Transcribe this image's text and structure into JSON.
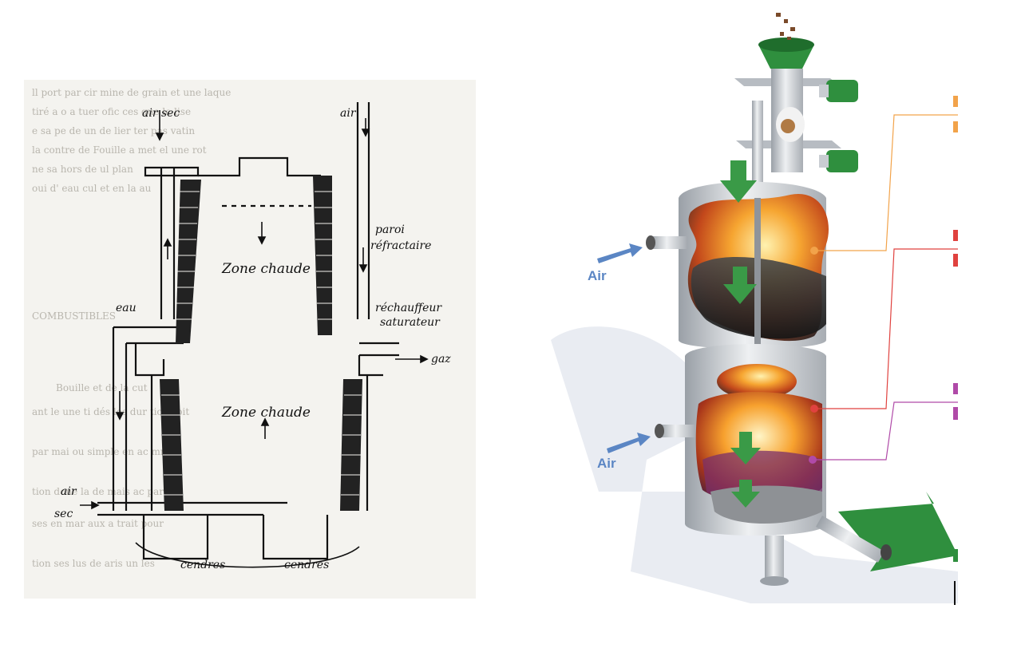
{
  "left_diagram": {
    "labels": {
      "air_sec_top": "air sec",
      "air_top_right": "air",
      "paroi_1": "paroi",
      "paroi_2": "réfractaire",
      "zone_chaude_top": "Zone chaude",
      "eau": "eau",
      "rechauffeur_1": "réchauffeur",
      "rechauffeur_2": "saturateur",
      "gaz": "gaz",
      "zone_chaude_bottom": "Zone chaude",
      "air_bottom": "air",
      "sec_bottom": "sec",
      "cendres_left": "cendres",
      "cendres_right": "cendres"
    }
  },
  "right_diagram": {
    "air_label_top": "Air",
    "air_label_bottom": "Air",
    "colors": {
      "arrow_green": "#2f8f3e",
      "air_blue": "#5b86c4",
      "steel": "#c9cdd2",
      "leader_orange": "#f2a34a",
      "leader_red": "#e0423f",
      "leader_purple": "#b04aa8"
    }
  }
}
